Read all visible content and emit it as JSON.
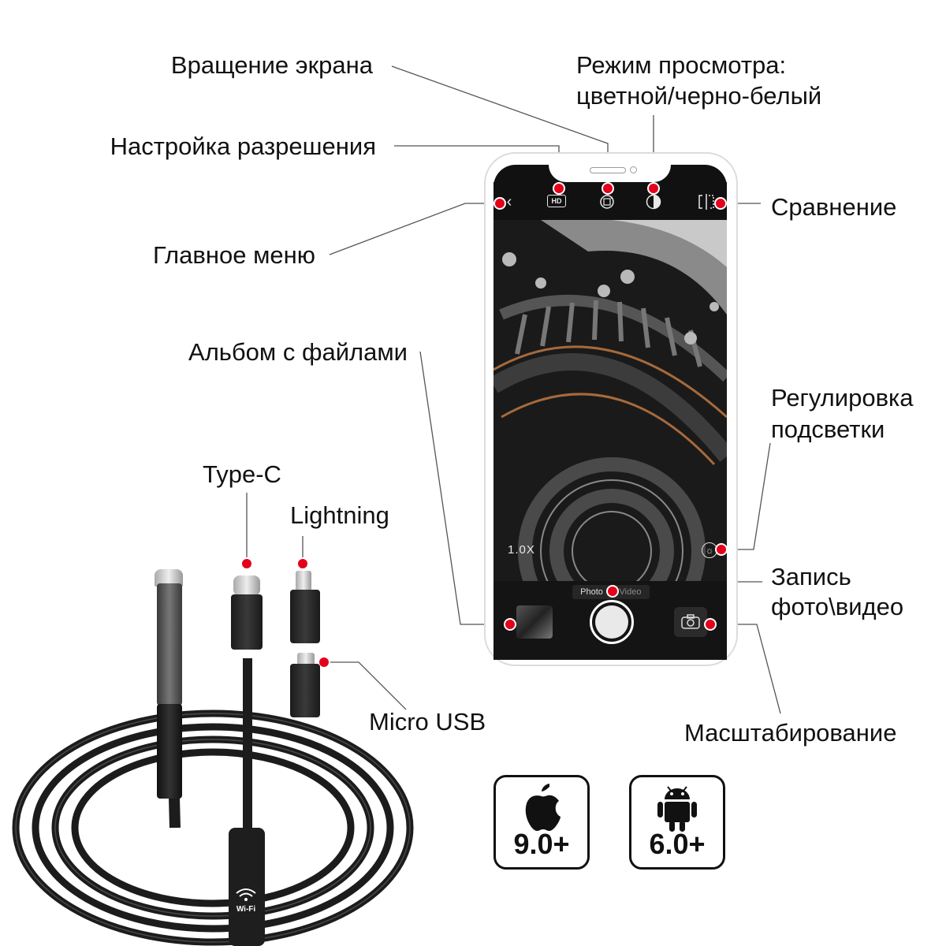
{
  "labels": {
    "rotation": "Вращение экрана",
    "view_mode_line1": "Режим просмотра:",
    "view_mode_line2": "цветной/черно-белый",
    "resolution": "Настройка разрешения",
    "compare": "Сравнение",
    "main_menu": "Главное меню",
    "album": "Альбом с файлами",
    "light_line1": "Регулировка",
    "light_line2": "подсветки",
    "record_line1": "Запись",
    "record_line2": "фото\\видео",
    "zoom": "Масштабирование",
    "type_c": "Type-C",
    "lightning": "Lightning",
    "micro_usb": "Micro USB"
  },
  "app": {
    "hd_label": "HD",
    "zoom_level": "1.0X",
    "mode_photo": "Photo",
    "mode_video": "Video",
    "back_icon": "chevron-left-icon",
    "rotate_icon": "rotate-icon",
    "contrast_icon": "contrast-icon",
    "compare_icon": "compare-icon",
    "light_icon": "brightness-icon",
    "flip_icon": "camera-flip-icon"
  },
  "badges": {
    "ios_version": "9.0+",
    "android_version": "6.0+"
  },
  "cable": {
    "wifi_label": "Wi-Fi"
  },
  "colors": {
    "accent_dot": "#e3001b",
    "line": "#555555"
  }
}
